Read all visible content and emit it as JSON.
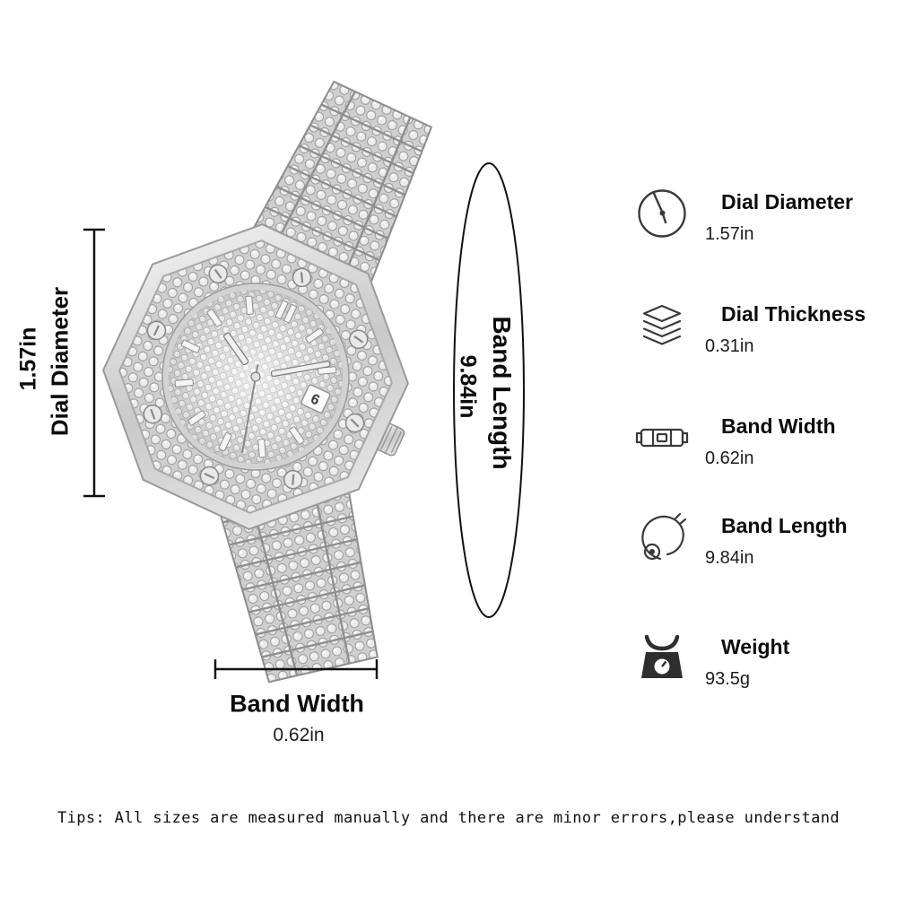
{
  "left_measurement": {
    "label": "Dial Diameter",
    "value": "1.57in"
  },
  "band_length_measure": {
    "label": "Band Length",
    "value": "9.84in"
  },
  "bottom_measurement": {
    "label": "Band Width",
    "value": "0.62in"
  },
  "specs": [
    {
      "icon": "dial-diameter-icon",
      "label": "Dial Diameter",
      "value": "1.57in"
    },
    {
      "icon": "dial-thickness-icon",
      "label": "Dial Thickness",
      "value": "0.31in"
    },
    {
      "icon": "band-width-icon",
      "label": "Band Width",
      "value": "0.62in"
    },
    {
      "icon": "band-length-icon",
      "label": "Band Length",
      "value": "9.84in"
    },
    {
      "icon": "weight-icon",
      "label": "Weight",
      "value": "93.5g"
    }
  ],
  "watch": {
    "date": "6"
  },
  "tips": "Tips: All sizes are measured manually and there are minor errors,please understand",
  "colors": {
    "background": "#ffffff",
    "ink": "#111111",
    "metal": "#cfcfcf"
  }
}
